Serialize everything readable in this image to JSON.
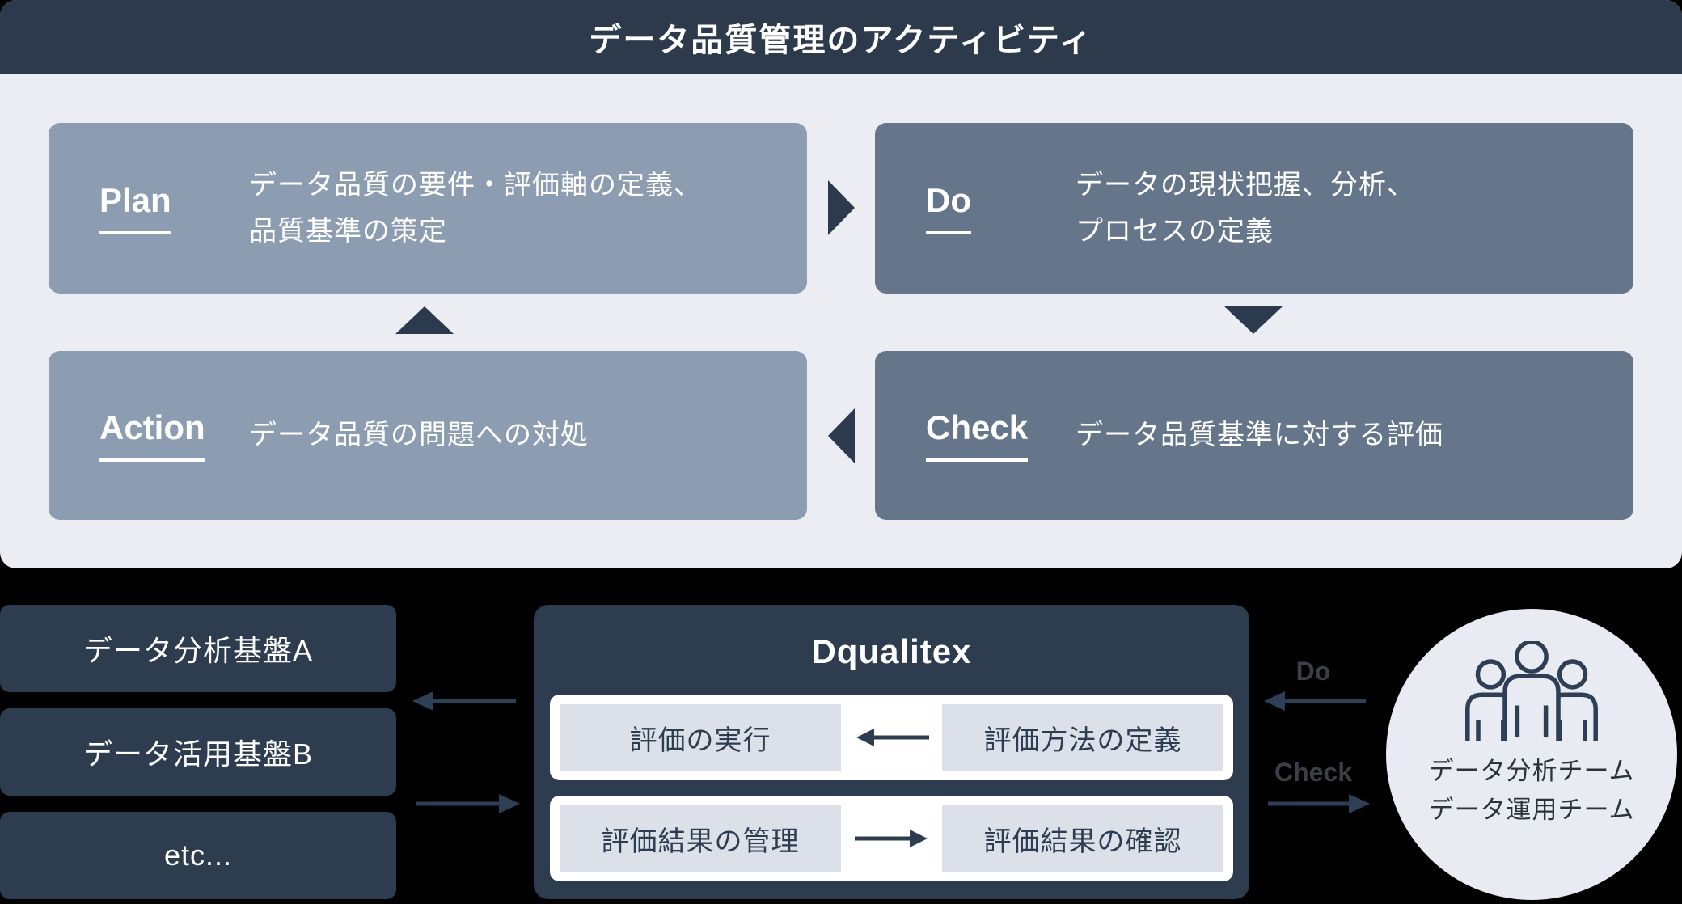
{
  "header": {
    "title": "データ品質管理のアクティビティ"
  },
  "pdca": {
    "plan": {
      "label": "Plan",
      "desc": [
        "データ品質の要件・評価軸の定義、",
        "品質基準の策定"
      ]
    },
    "do": {
      "label": "Do",
      "desc": [
        "データの現状把握、分析、",
        "プロセスの定義"
      ]
    },
    "action": {
      "label": "Action",
      "desc": [
        "データ品質の問題への対処"
      ]
    },
    "check": {
      "label": "Check",
      "desc": [
        "データ品質基準に対する評価"
      ]
    }
  },
  "platforms": [
    {
      "label": "データ分析基盤A"
    },
    {
      "label": "データ活用基盤B"
    },
    {
      "label": "etc..."
    }
  ],
  "product": {
    "name": "Dqualitex",
    "rows": [
      {
        "left": "評価の実行",
        "right": "評価方法の定義",
        "arrow": "left"
      },
      {
        "left": "評価結果の管理",
        "right": "評価結果の確認",
        "arrow": "right"
      }
    ]
  },
  "team_flow": {
    "do_label": "Do",
    "check_label": "Check"
  },
  "team": {
    "icon": "people-icon",
    "lines": [
      "データ分析チーム",
      "データ運用チーム"
    ]
  },
  "colors": {
    "header_navy": "#2c3a4b",
    "panel_bg": "#ebedf2",
    "plan_action_bg": "#8c9cb1",
    "do_check_bg": "#65768b",
    "triangle_navy": "#2c3a4e",
    "bottom_bg": "#000000",
    "bottom_navy": "#2d3c4e",
    "row_bg": "#ffffff",
    "cell_bg": "#dce0e9",
    "cell_text": "#2d3c50",
    "circle_bg": "#e8ebf2",
    "arrow": "#2d4056",
    "muted_label": "#3a3f48",
    "people_stroke": "#2e3e54",
    "white": "#ffffff"
  }
}
